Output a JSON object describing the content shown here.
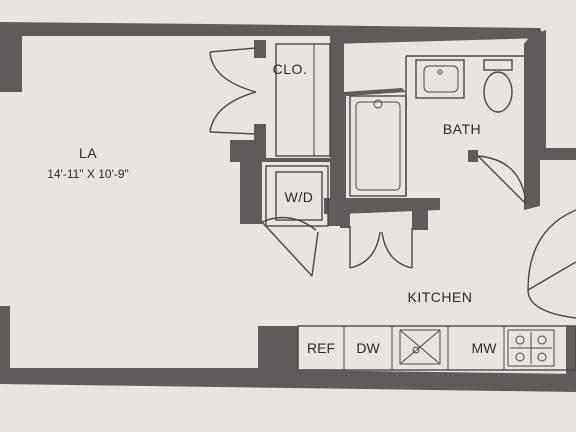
{
  "plan": {
    "living_area": {
      "name": "LA",
      "dimensions": "14'-11\" X 10'-9\""
    },
    "rooms": {
      "closet": "CLO.",
      "bath": "BATH",
      "washer_dryer": "W/D",
      "kitchen": "KITCHEN"
    },
    "appliances": {
      "refrigerator": "REF",
      "dishwasher": "DW",
      "microwave": "MW"
    }
  },
  "colors": {
    "paper": "#e8e5e0",
    "wall": "#5e5c58",
    "line": "#4a4846"
  }
}
